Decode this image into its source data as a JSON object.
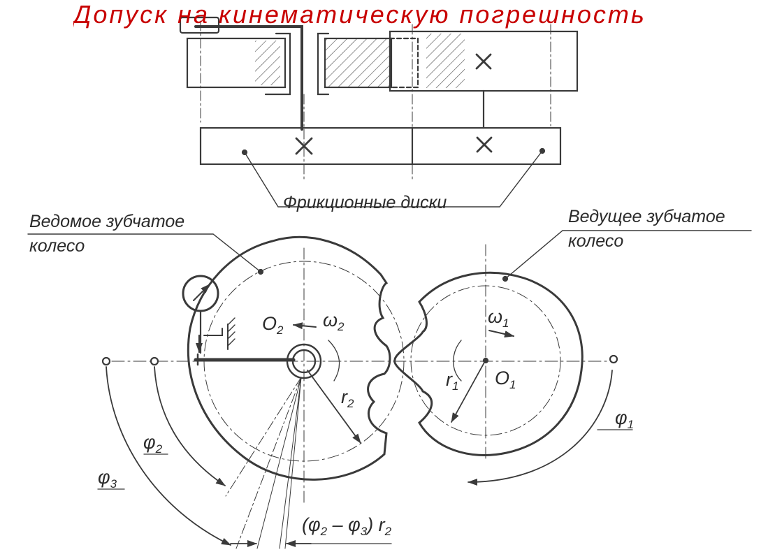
{
  "title": "Допуск на кинематическую погрешность",
  "colors": {
    "title": "#c80000",
    "ink": "#3a3a3a",
    "hatch": "#555555"
  },
  "labels": {
    "friction_discs": "Фрикционные диски",
    "driven_gear_line1": "Ведомое зубчатое",
    "driven_gear_line2": "колесо",
    "driving_gear_line1": "Ведущее зубчатое",
    "driving_gear_line2": "колесо"
  },
  "symbols": {
    "o2": {
      "base": "O",
      "sub": "2"
    },
    "omega2": {
      "base": "ω",
      "sub": "2"
    },
    "omega1": {
      "base": "ω",
      "sub": "1"
    },
    "o1": {
      "base": "O",
      "sub": "1"
    },
    "r1": {
      "base": "r",
      "sub": "1"
    },
    "r2": {
      "base": "r",
      "sub": "2"
    },
    "phi1": {
      "base": "φ",
      "sub": "1"
    },
    "phi2": {
      "base": "φ",
      "sub": "2"
    },
    "phi3": {
      "base": "φ",
      "sub": "3"
    },
    "formula": {
      "open": "(φ",
      "s1": "2",
      "mid": " – φ",
      "s2": "3",
      "close": ") r",
      "s3": "2"
    }
  }
}
